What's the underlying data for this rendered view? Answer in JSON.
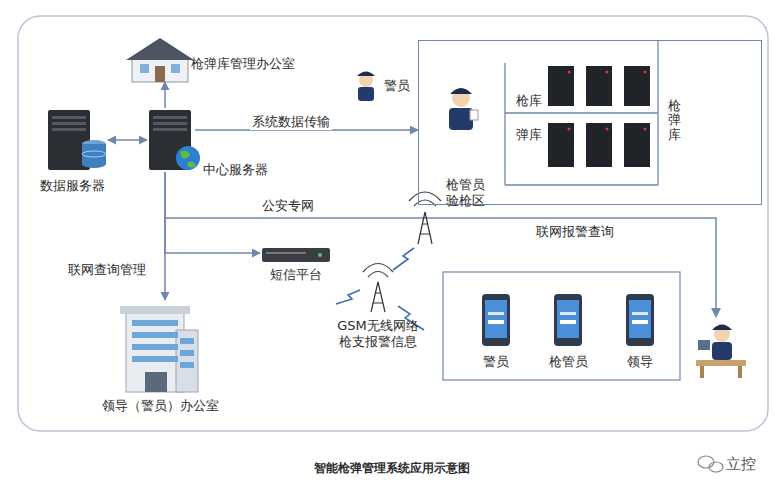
{
  "diagram": {
    "caption": "智能枪弹管理系统应用示意图",
    "nodes": [
      {
        "text": [
          "枪弹库管理办公室"
        ]
      },
      {
        "text": [
          "数据服务器"
        ]
      },
      {
        "text": [
          "中心服务器"
        ]
      },
      {
        "text": [
          "警员"
        ]
      },
      {
        "text": [
          "枪弹库"
        ]
      },
      {
        "text": [
          "枪管员 验枪区"
        ],
        "in": 4
      },
      {
        "text": [
          "枪库"
        ],
        "in": 4
      },
      {
        "text": [
          "弹库"
        ],
        "in": 4
      },
      {
        "text": [
          "短信平台"
        ]
      },
      {
        "text": [
          "领导（警员）办公室"
        ]
      },
      {
        "text": [
          "警员"
        ]
      },
      {
        "text": [
          "枪管员"
        ]
      },
      {
        "text": [
          "领导"
        ]
      }
    ],
    "edges": [
      {
        "from": 1,
        "to": 2,
        "arrow": "both"
      },
      {
        "from": 2,
        "to": 0,
        "arrow": "to"
      },
      {
        "from": 2,
        "to": 4,
        "label": "系统数据传输",
        "arrow": "to"
      },
      {
        "from": 2,
        "to": 9,
        "label": "联网查询管理",
        "arrow": "to"
      },
      {
        "from": 2,
        "to": 8,
        "arrow": "to"
      }
    ],
    "labels": [
      "公安专网",
      "联网报警查询",
      "GSM无线网络 枪支报警信息",
      "立控"
    ]
  }
}
